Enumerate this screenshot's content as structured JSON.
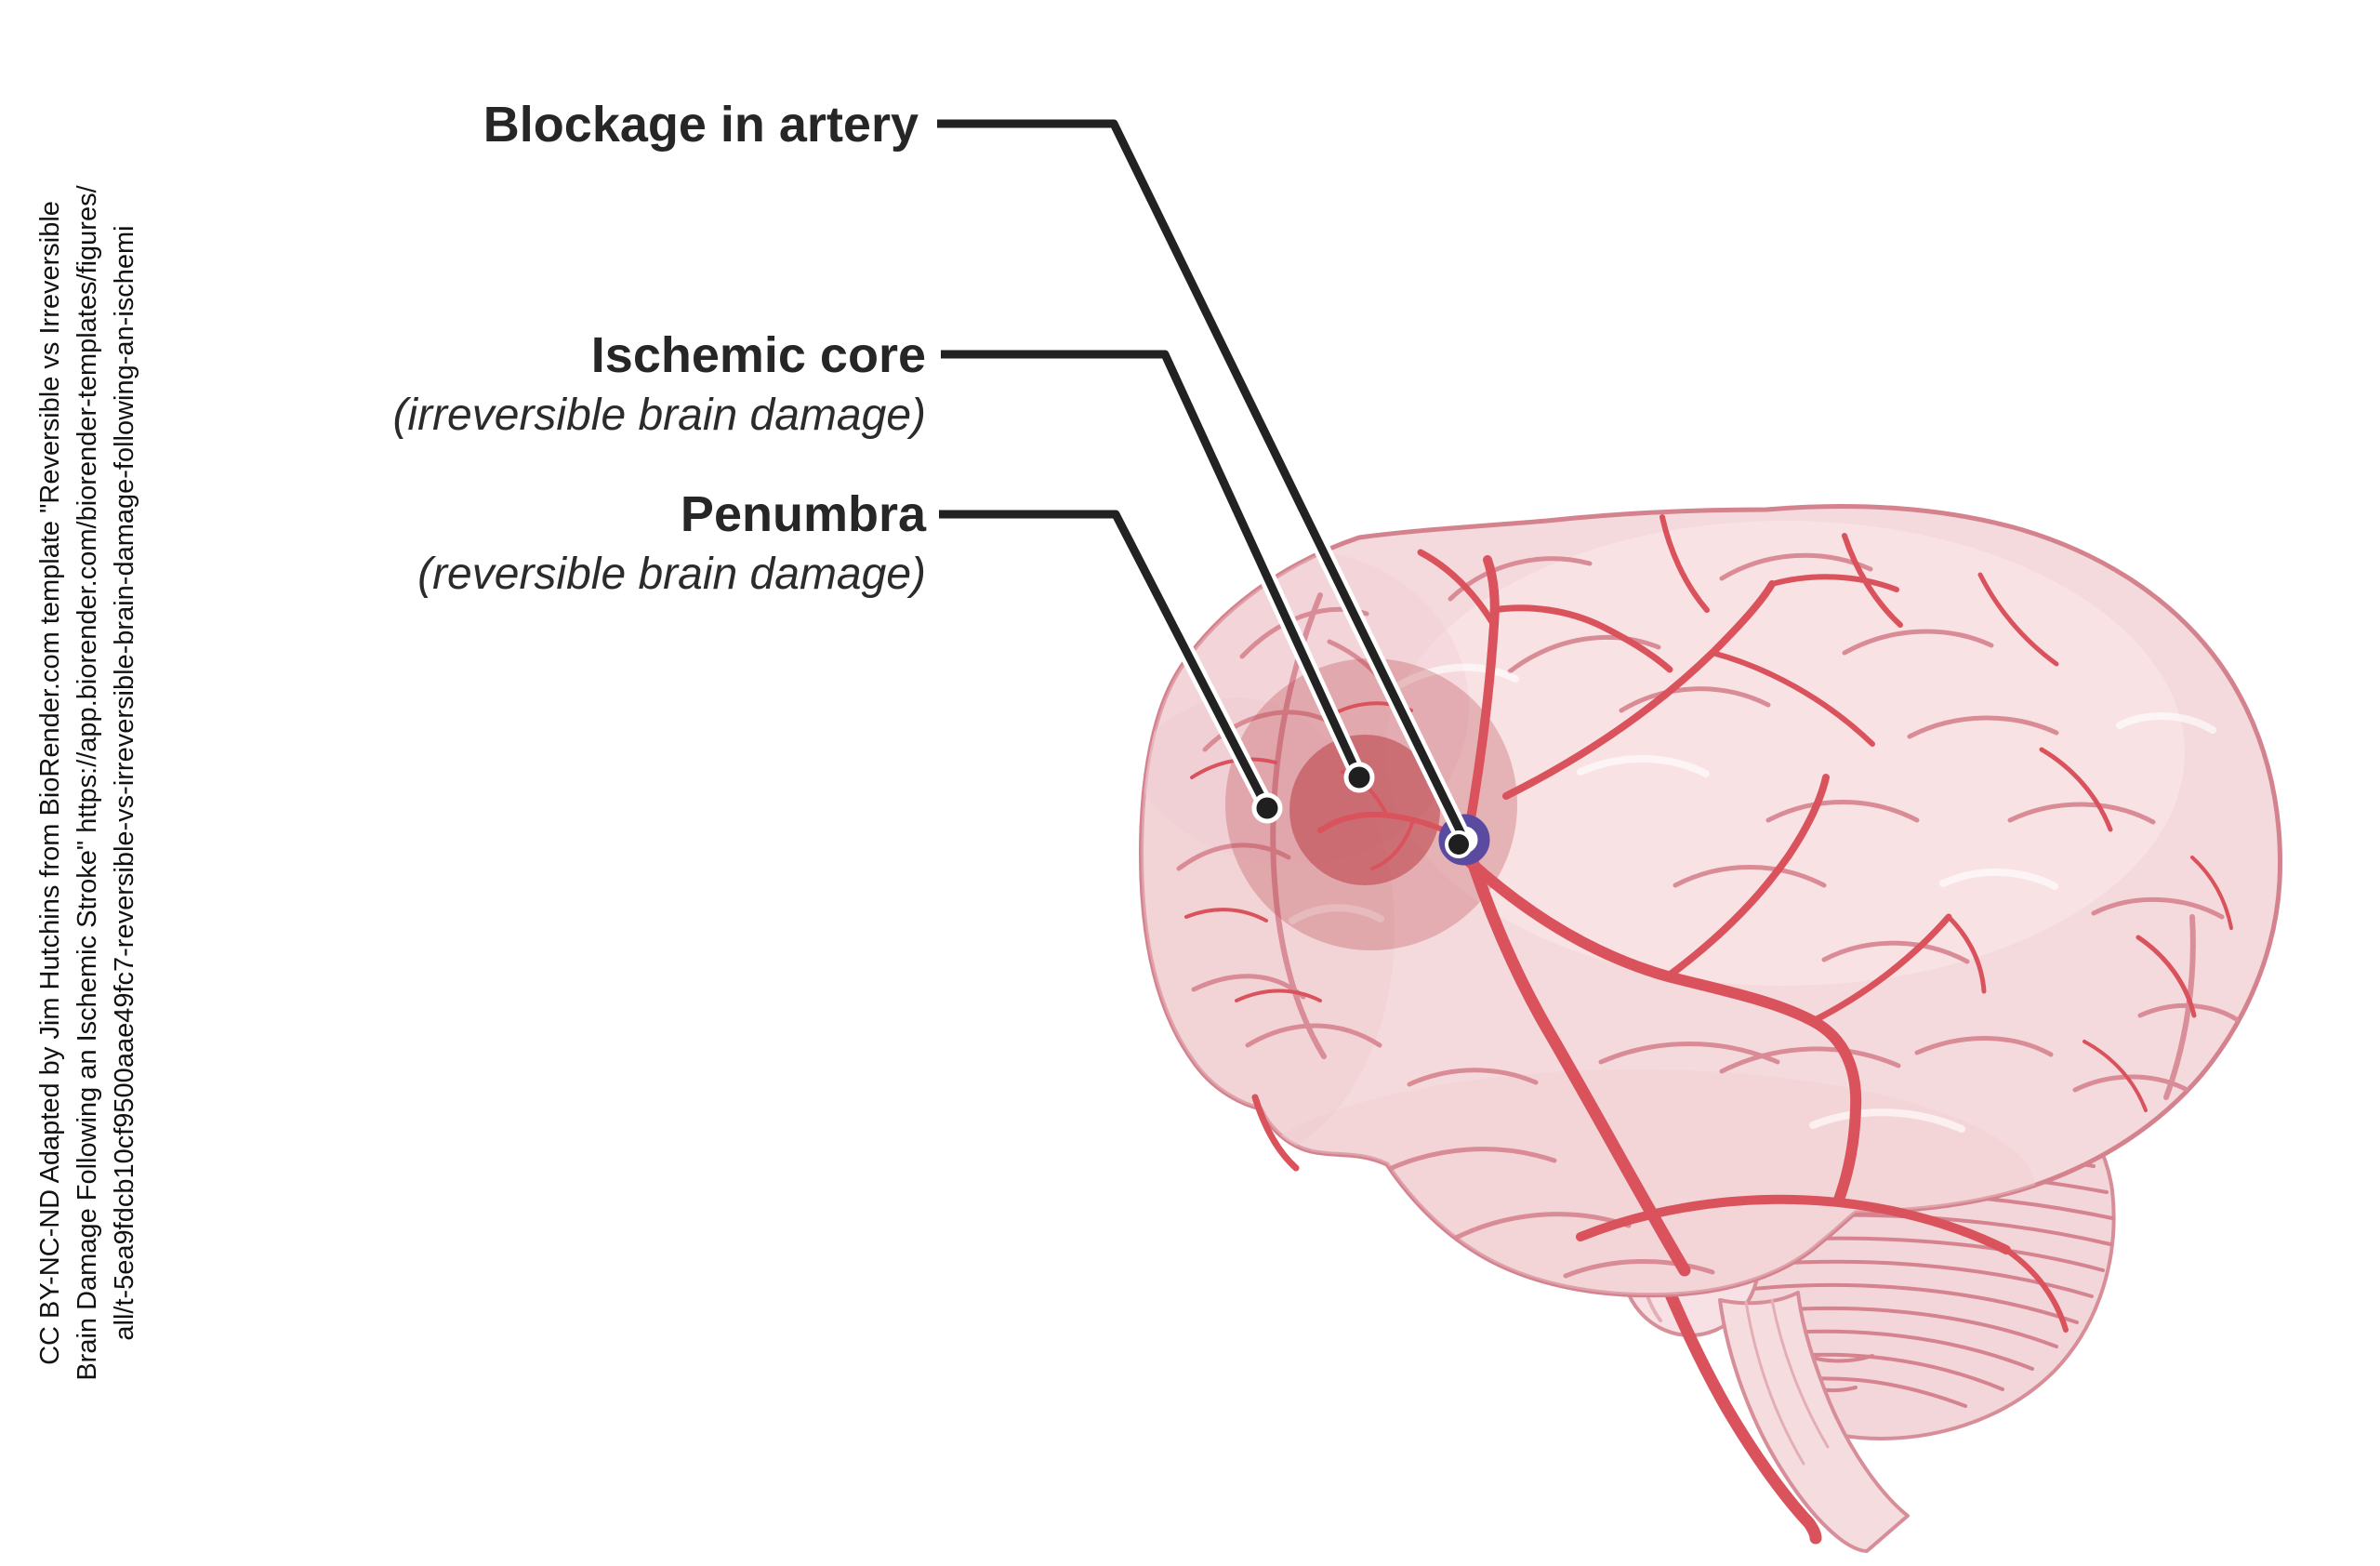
{
  "attribution": {
    "line1": "CC BY-NC-ND Adapted by Jim Hutchins from BioRender.com template \"Reversible vs Irreversible",
    "line2": "Brain Damage Following an Ischemic Stroke\" https://app.biorender.com/biorender-templates/figures/",
    "line3": "all/t-5ea9fdcb10cf9500aae49fc7-reversible-vs-irreversible-brain-damage-following-an-ischemi"
  },
  "labels": {
    "blockage": {
      "title": "Blockage in artery"
    },
    "core": {
      "title": "Ischemic core",
      "subtitle": "(irreversible brain damage)"
    },
    "penumbra": {
      "title": "Penumbra",
      "subtitle": "(reversible brain damage)"
    }
  },
  "colors": {
    "brain_pink": "#F5DADD",
    "brain_outline": "#D4828E",
    "artery_red": "#D9525C",
    "penumbra_fill": "rgba(186,70,76,0.30)",
    "core_fill": "rgba(183,55,62,0.52)",
    "accent_purple": "#5A4AA0",
    "leader_black": "#222222",
    "label_text": "#262626"
  }
}
